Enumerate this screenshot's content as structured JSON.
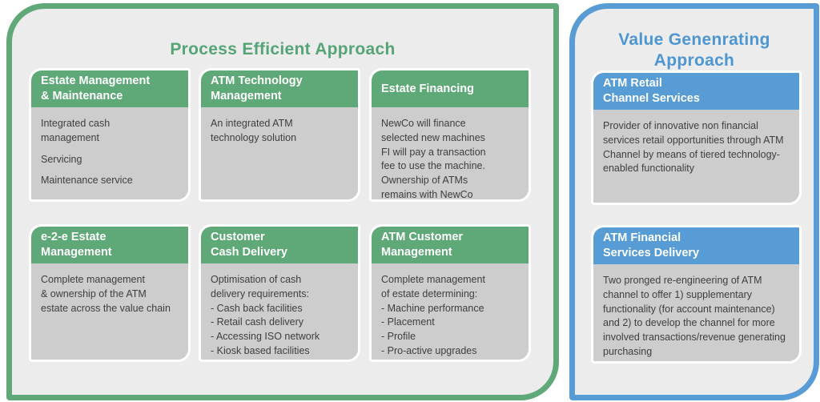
{
  "colors": {
    "green": "#5FA877",
    "green_text": "#56A476",
    "blue": "#579CD5",
    "blue_text": "#4D96D3",
    "panel_bg": "#ECECEC",
    "card_body_bg": "#CDCDCE",
    "body_text": "#3E3E40"
  },
  "panels": {
    "process": {
      "title": "Process Efficient Approach",
      "cards": [
        {
          "header": "Estate Management\n& Maintenance",
          "body": [
            "Integrated cash\nmanagement",
            "Servicing",
            "Maintenance service"
          ]
        },
        {
          "header": "ATM Technology\nManagement",
          "body": [
            "An integrated ATM\ntechnology solution"
          ]
        },
        {
          "header": "Estate Financing",
          "body": [
            "NewCo will finance\nselected new machines\nFI will pay a transaction\nfee to use the machine.\nOwnership of ATMs\nremains with NewCo"
          ]
        },
        {
          "header": "e-2-e Estate\nManagement",
          "body": [
            "Complete management\n& ownership of the ATM\nestate across the value chain"
          ]
        },
        {
          "header": "Customer\nCash Delivery",
          "body": [
            "Optimisation of cash\ndelivery requirements:\n- Cash back facilities\n- Retail cash delivery\n- Accessing ISO network\n- Kiosk based facilities"
          ]
        },
        {
          "header": "ATM Customer\nManagement",
          "body": [
            "Complete management\nof estate determining:\n- Machine performance\n- Placement\n- Profile\n- Pro-active upgrades"
          ]
        }
      ]
    },
    "value": {
      "title": "Value Genenrating\nApproach",
      "cards": [
        {
          "header": "ATM Retail\nChannel Services",
          "body": [
            "Provider of innovative non financial services retail opportunities through ATM Channel by means of tiered technology-enabled functionality"
          ]
        },
        {
          "header": "ATM Financial\nServices Delivery",
          "body": [
            "Two pronged re-engineering of ATM channel to offer 1) supplementary functionality (for account maintenance) and 2) to develop the channel for more involved transactions/revenue generating purchasing"
          ]
        }
      ]
    }
  }
}
